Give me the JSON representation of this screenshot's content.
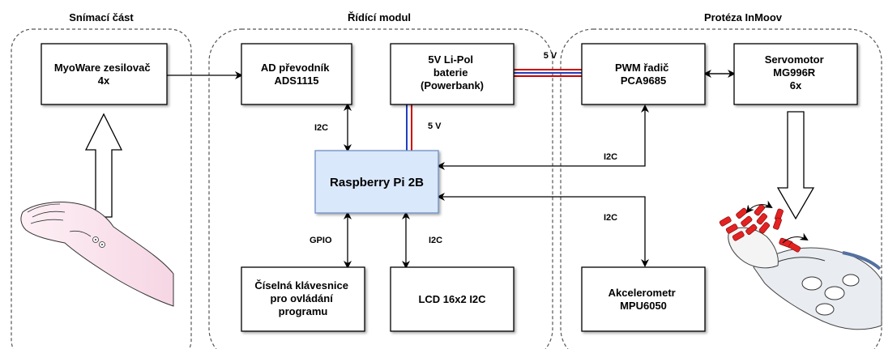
{
  "sections": {
    "sensing": "Snímací část",
    "control": "Řídící modul",
    "prosthesis": "Protéza InMoov"
  },
  "blocks": {
    "myoware": [
      "MyoWare zesilovač",
      "4x"
    ],
    "adc": [
      "AD převodník",
      "ADS1115"
    ],
    "battery": [
      "5V Li-Pol",
      "baterie",
      "(Powerbank)"
    ],
    "pwm": [
      "PWM řadič",
      "PCA9685"
    ],
    "servo": [
      "Servomotor",
      "MG996R",
      "6x"
    ],
    "rpi": [
      "Raspberry Pi 2B"
    ],
    "keypad": [
      "Číselná klávesnice",
      "pro ovládání",
      "programu"
    ],
    "lcd": [
      "LCD 16x2 I2C"
    ],
    "accel": [
      "Akcelerometr",
      "MPU6050"
    ]
  },
  "connections": {
    "adc_rpi": "I2C",
    "battery_rpi": "5 V",
    "battery_pwm": "5 V",
    "rpi_pwm": "I2C",
    "rpi_accel": "I2C",
    "rpi_keypad": "GPIO",
    "rpi_lcd": "I2C"
  },
  "colors": {
    "power_red": "#cc0000",
    "power_blue": "#1f3fbf",
    "rpi_fill": "#dae8fc",
    "rpi_stroke": "#6c8ebf",
    "skin": "#fbe5ee",
    "prosthesis_red": "#e32222"
  }
}
